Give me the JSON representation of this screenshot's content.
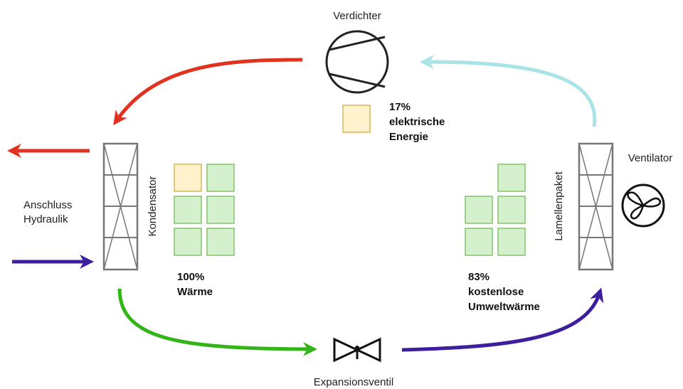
{
  "labels": {
    "compressor": "Verdichter",
    "fan": "Ventilator",
    "expansion_valve": "Expansionsventil",
    "condenser": "Kondensator",
    "evaporator": "Lamellenpaket",
    "hydraulics_line1": "Anschluss",
    "hydraulics_line2": "Hydraulik"
  },
  "energy": {
    "electric_pct": "17%",
    "electric_line1": "elektrische",
    "electric_line2": "Energie",
    "heat_pct": "100%",
    "heat_line1": "Wärme",
    "ambient_pct": "83%",
    "ambient_line1": "kostenlose",
    "ambient_line2": "Umweltwärme"
  },
  "colors": {
    "hot_line": "#e0321f",
    "cold_line": "#3d1f9e",
    "liquid_line": "#33b519",
    "suction_line": "#a8e4e6",
    "electric_block_fill": "#fff2cc",
    "electric_block_stroke": "#d6b656",
    "ambient_block_fill": "#d5f0cc",
    "ambient_block_stroke": "#82c46c",
    "component_stroke": "#666666"
  }
}
